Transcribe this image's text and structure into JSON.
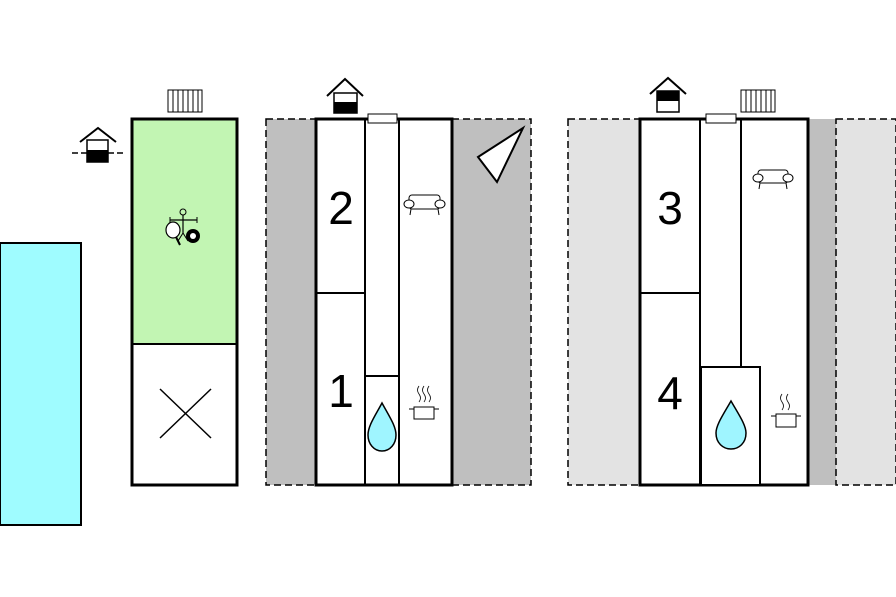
{
  "rooms": [
    {
      "number": "1"
    },
    {
      "number": "2"
    },
    {
      "number": "3"
    },
    {
      "number": "4"
    }
  ],
  "colors": {
    "pool": "#9ffcff",
    "activity_room": "#c2f5b3",
    "terrace_dark": "#bfbfbf",
    "terrace_light": "#e3e3e3",
    "water_drop": "#9ff5ff",
    "wall": "#000000"
  },
  "icons": {
    "pool": "pool-area",
    "activities": [
      "table-tennis-icon",
      "billiard-ball-icon",
      "foosball-icon"
    ],
    "entrance": "house-entrance-icon",
    "radiator": "radiator-icon",
    "sofa": "sofa-icon",
    "cooking": "cooking-pot-icon",
    "water": "water-drop-icon",
    "fireplace": "fireplace-icon"
  }
}
